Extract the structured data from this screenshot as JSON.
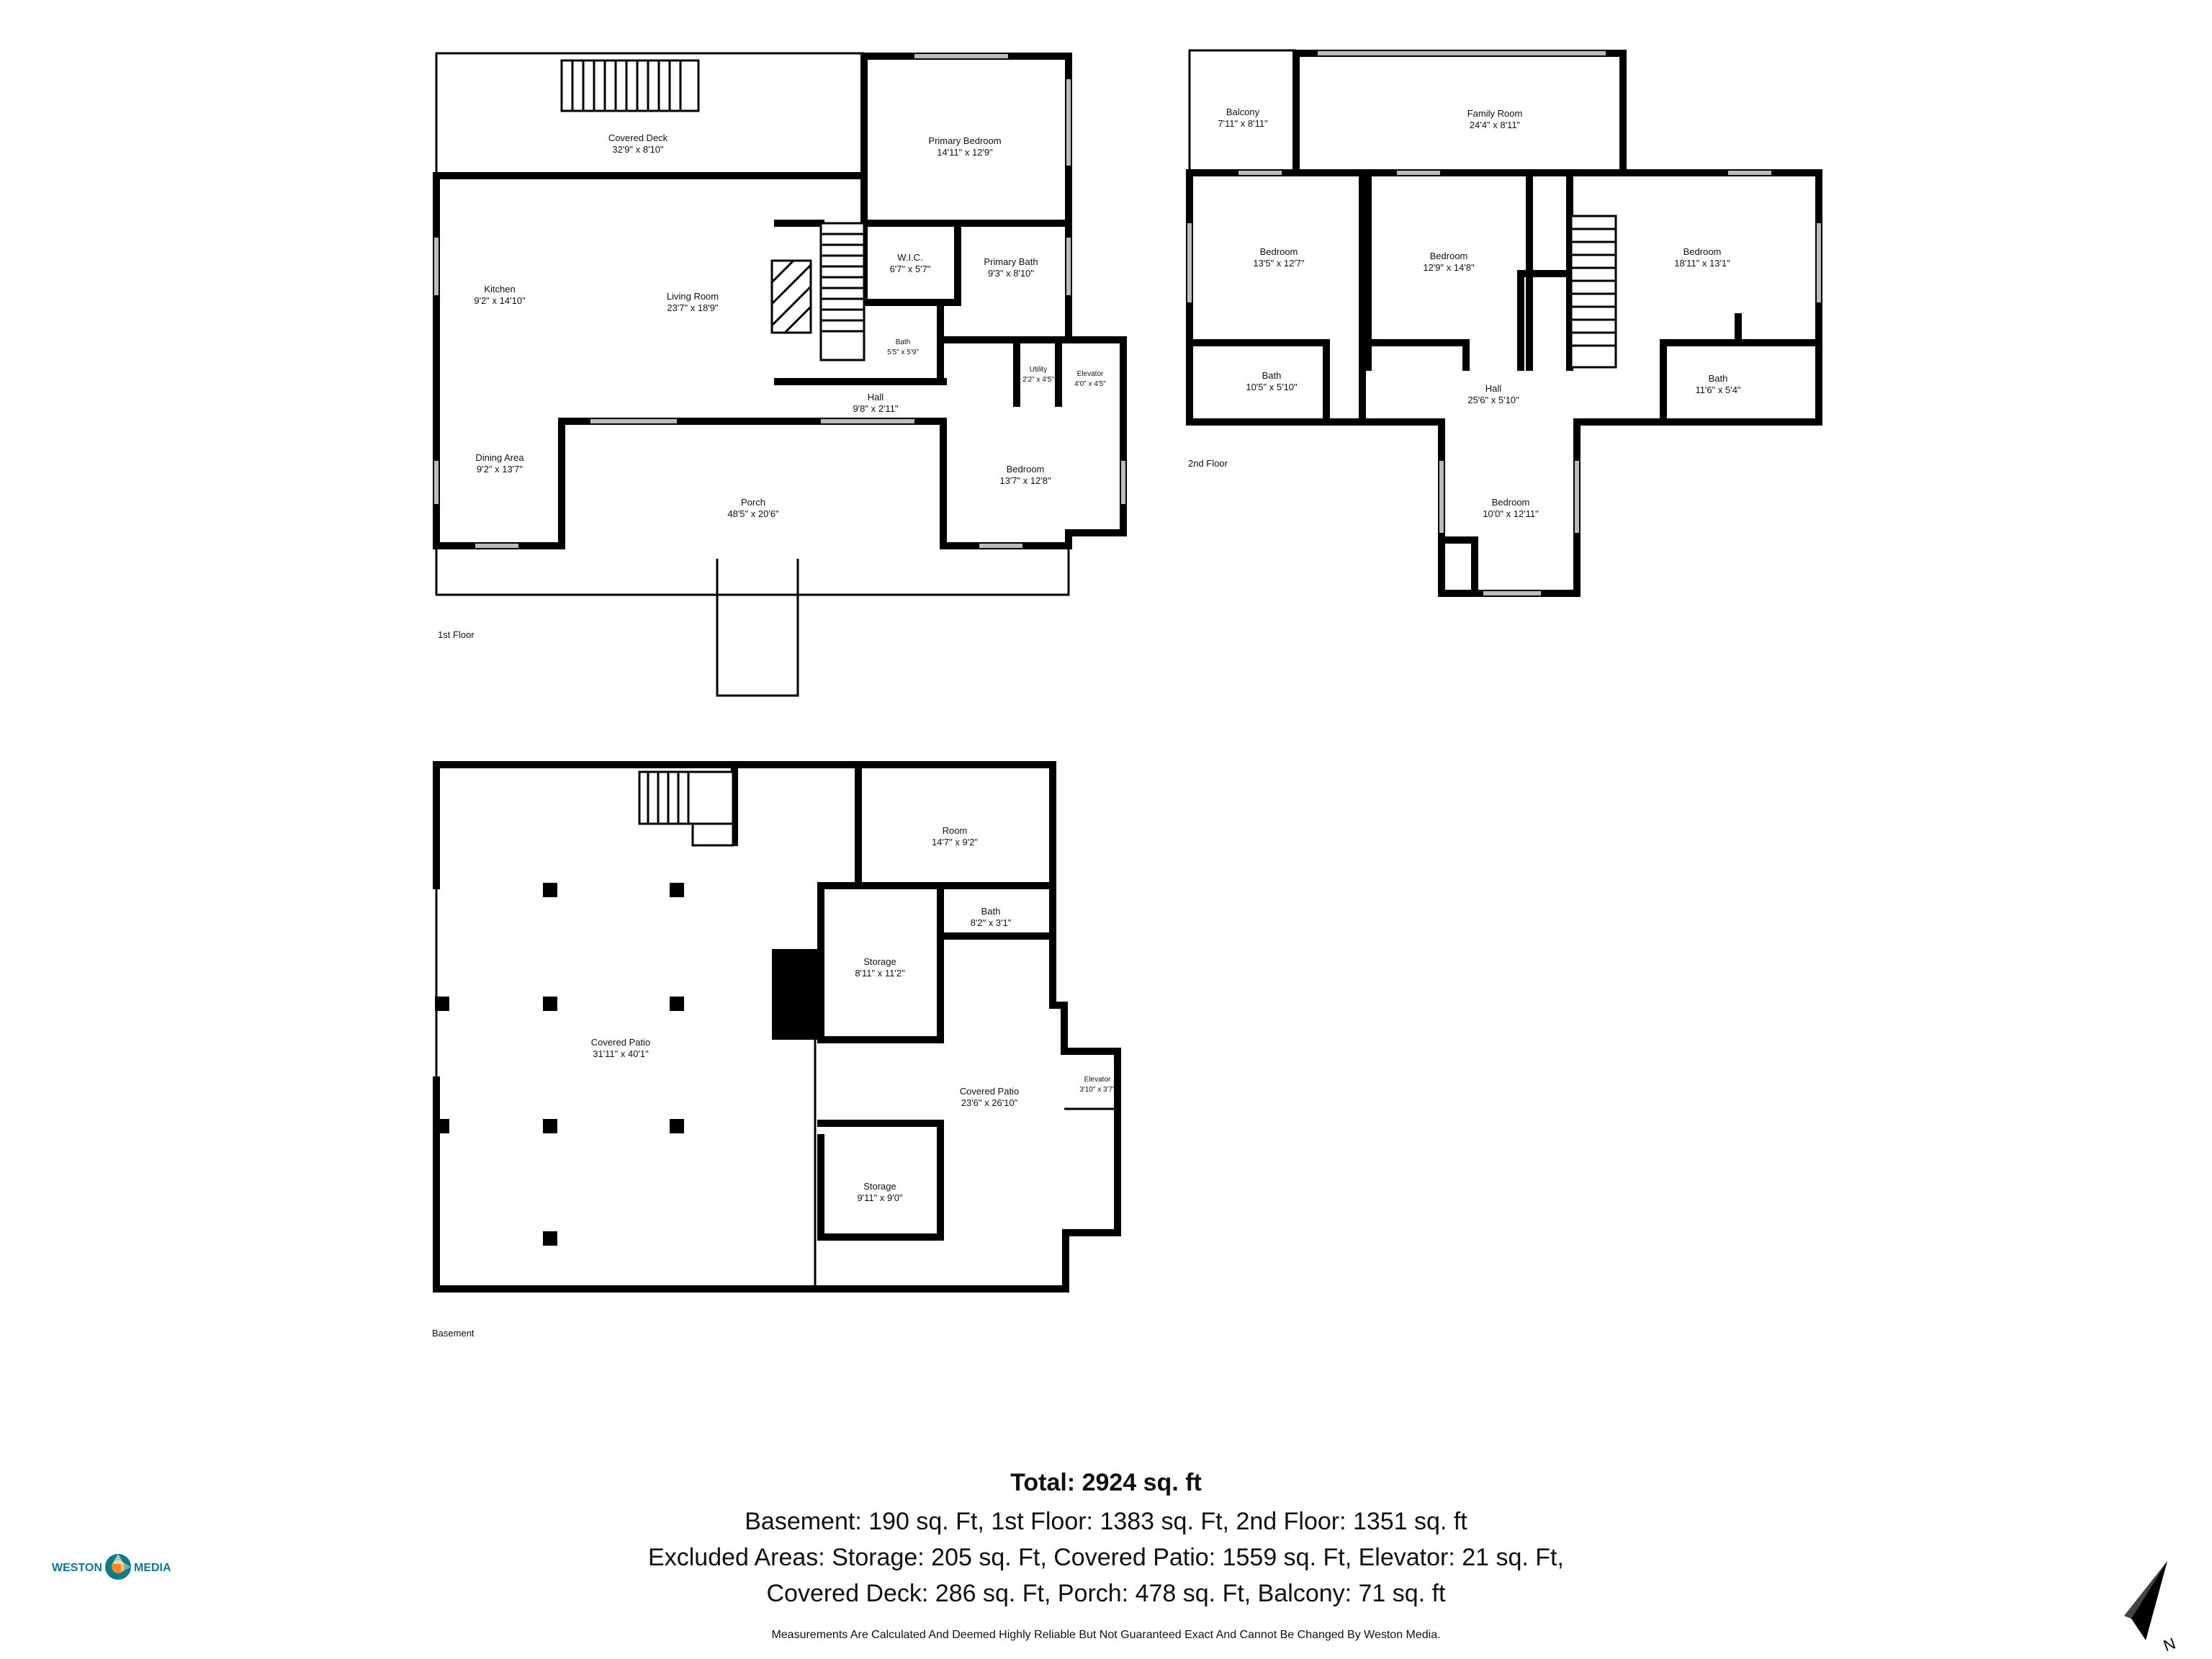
{
  "floors": {
    "first": {
      "label": "1st Floor",
      "rooms": [
        {
          "name": "Covered Deck",
          "dims": "32'9\" x 8'10\""
        },
        {
          "name": "Primary Bedroom",
          "dims": "14'11\" x 12'9\""
        },
        {
          "name": "Kitchen",
          "dims": "9'2\" x 14'10\""
        },
        {
          "name": "Living Room",
          "dims": "23'7\" x 18'9\""
        },
        {
          "name": "W.I.C.",
          "dims": "6'7\" x 5'7\""
        },
        {
          "name": "Primary Bath",
          "dims": "9'3\" x 8'10\""
        },
        {
          "name": "Bath",
          "dims": "5'5\" x 5'9\""
        },
        {
          "name": "Utility",
          "dims": "2'2\" x 4'5\""
        },
        {
          "name": "Elevator",
          "dims": "4'0\" x 4'5\""
        },
        {
          "name": "Hall",
          "dims": "9'8\" x 2'11\""
        },
        {
          "name": "Dining Area",
          "dims": "9'2\" x 13'7\""
        },
        {
          "name": "Porch",
          "dims": "48'5\" x 20'6\""
        },
        {
          "name": "Bedroom",
          "dims": "13'7\" x 12'8\""
        }
      ]
    },
    "second": {
      "label": "2nd Floor",
      "rooms": [
        {
          "name": "Balcony",
          "dims": "7'11\" x 8'11\""
        },
        {
          "name": "Family Room",
          "dims": "24'4\" x 8'11\""
        },
        {
          "name": "Bedroom",
          "dims": "13'5\" x 12'7\""
        },
        {
          "name": "Bedroom",
          "dims": "12'9\" x 14'8\""
        },
        {
          "name": "Bedroom",
          "dims": "18'11\" x 13'1\""
        },
        {
          "name": "Bath",
          "dims": "10'5\" x 5'10\""
        },
        {
          "name": "Hall",
          "dims": "25'6\" x 5'10\""
        },
        {
          "name": "Bath",
          "dims": "11'6\" x 5'4\""
        },
        {
          "name": "Bedroom",
          "dims": "10'0\" x 12'11\""
        }
      ]
    },
    "basement": {
      "label": "Basement",
      "rooms": [
        {
          "name": "Room",
          "dims": "14'7\" x 9'2\""
        },
        {
          "name": "Bath",
          "dims": "8'2\" x 3'1\""
        },
        {
          "name": "Storage",
          "dims": "8'11\" x 11'2\""
        },
        {
          "name": "Covered Patio",
          "dims": "31'11\" x 40'1\""
        },
        {
          "name": "Covered Patio",
          "dims": "23'6\" x 26'10\""
        },
        {
          "name": "Elevator",
          "dims": "3'10\" x 3'7\""
        },
        {
          "name": "Storage",
          "dims": "9'11\" x 9'0\""
        }
      ]
    }
  },
  "summary": {
    "total": "Total: 2924 sq. ft",
    "line1": "Basement: 190 sq. Ft, 1st Floor: 1383 sq. Ft, 2nd Floor: 1351 sq. ft",
    "line2": "Excluded Areas: Storage: 205 sq. Ft, Covered Patio: 1559 sq. Ft, Elevator: 21 sq. Ft,",
    "line3": "Covered Deck: 286 sq. Ft, Porch: 478 sq. Ft, Balcony: 71 sq. ft",
    "disclaimer": "Measurements Are Calculated And Deemed Highly Reliable But Not Guaranteed Exact And Cannot Be Changed By Weston Media."
  },
  "logo": {
    "left": "WESTON",
    "right": "MEDIA",
    "accent": "#0e7a8a",
    "accent2": "#f08a24"
  },
  "compass": {
    "letter": "N",
    "icon": "north-arrow-icon"
  },
  "colors": {
    "wall": "#000000",
    "window": "#bbbbbb"
  }
}
